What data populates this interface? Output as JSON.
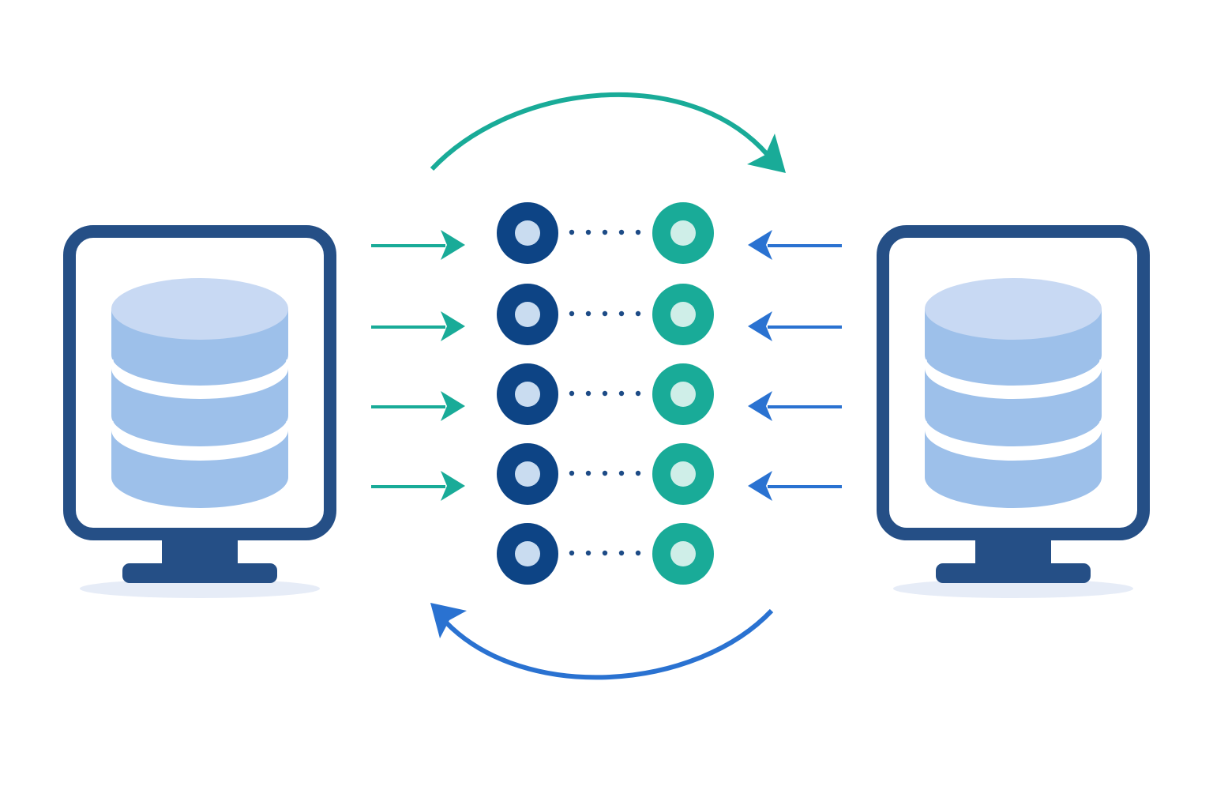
{
  "diagram": {
    "colors": {
      "background": "#ffffff",
      "navy": "#254f86",
      "node_dark": "#0d4485",
      "node_teal": "#19ab98",
      "node_center_light": "#c9dcf0",
      "node_center_mint": "#cfeee8",
      "db_top": "#c8d9f3",
      "db_body": "#9dc0ea",
      "shadow": "#e6ecf7",
      "arrow_teal": "#19ab98",
      "arrow_blue": "#2a72d1",
      "dot": "#1d4b86"
    },
    "left_database": {
      "icon": "database-monitor-icon"
    },
    "right_database": {
      "icon": "database-monitor-icon"
    },
    "node_pairs": [
      {
        "left": "dark-node",
        "right": "teal-node",
        "incoming_left": true,
        "incoming_right": true
      },
      {
        "left": "dark-node",
        "right": "teal-node",
        "incoming_left": true,
        "incoming_right": true
      },
      {
        "left": "dark-node",
        "right": "teal-node",
        "incoming_left": true,
        "incoming_right": true
      },
      {
        "left": "dark-node",
        "right": "teal-node",
        "incoming_left": true,
        "incoming_right": true
      },
      {
        "left": "dark-node",
        "right": "teal-node",
        "incoming_left": false,
        "incoming_right": false
      }
    ],
    "sync_arrows": {
      "top": {
        "direction": "left-to-right",
        "color": "arrow_teal"
      },
      "bottom": {
        "direction": "right-to-left",
        "color": "arrow_blue"
      }
    }
  }
}
